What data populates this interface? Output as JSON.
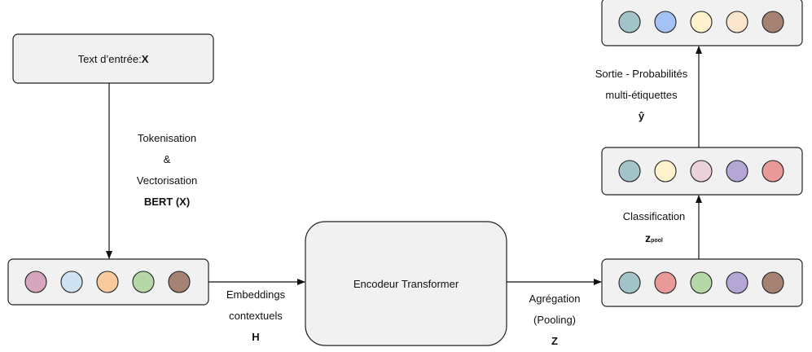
{
  "input_box": {
    "label": "Text d’entrée: ",
    "var": "X"
  },
  "step_tokenize": {
    "line1": "Tokenisation",
    "line2": "&",
    "line3": "Vectorisation",
    "line4": "BERT (X)"
  },
  "input_embeddings": {
    "colors": [
      "#d5a6bd",
      "#cfe2f3",
      "#f9cb9c",
      "#b6d7a8",
      "#a68274"
    ]
  },
  "step_embed": {
    "line1": "Embeddings",
    "line2": "contextuels",
    "line3": "H"
  },
  "encoder_box": {
    "label": "Encodeur Transformer"
  },
  "step_pool": {
    "line1": "Agrégation",
    "line2": "(Pooling)",
    "line3": "Z"
  },
  "pooled_vector": {
    "colors": [
      "#a2c4c9",
      "#ea9999",
      "#b6d7a8",
      "#b4a7d6",
      "#a68274"
    ]
  },
  "step_classify": {
    "line1": "Classification",
    "var_main": "z",
    "var_sub": "pool"
  },
  "class_vector": {
    "colors": [
      "#a2c4c9",
      "#fff2cc",
      "#ead1dc",
      "#b4a7d6",
      "#ea9999"
    ]
  },
  "step_output": {
    "line1": "Sortie  - Probabilités",
    "line2": "multi-étiquettes",
    "line3": "ŷ"
  },
  "output_vector": {
    "colors": [
      "#a2c4c9",
      "#a4c2f4",
      "#fff2cc",
      "#fce5cd",
      "#a68274"
    ]
  }
}
